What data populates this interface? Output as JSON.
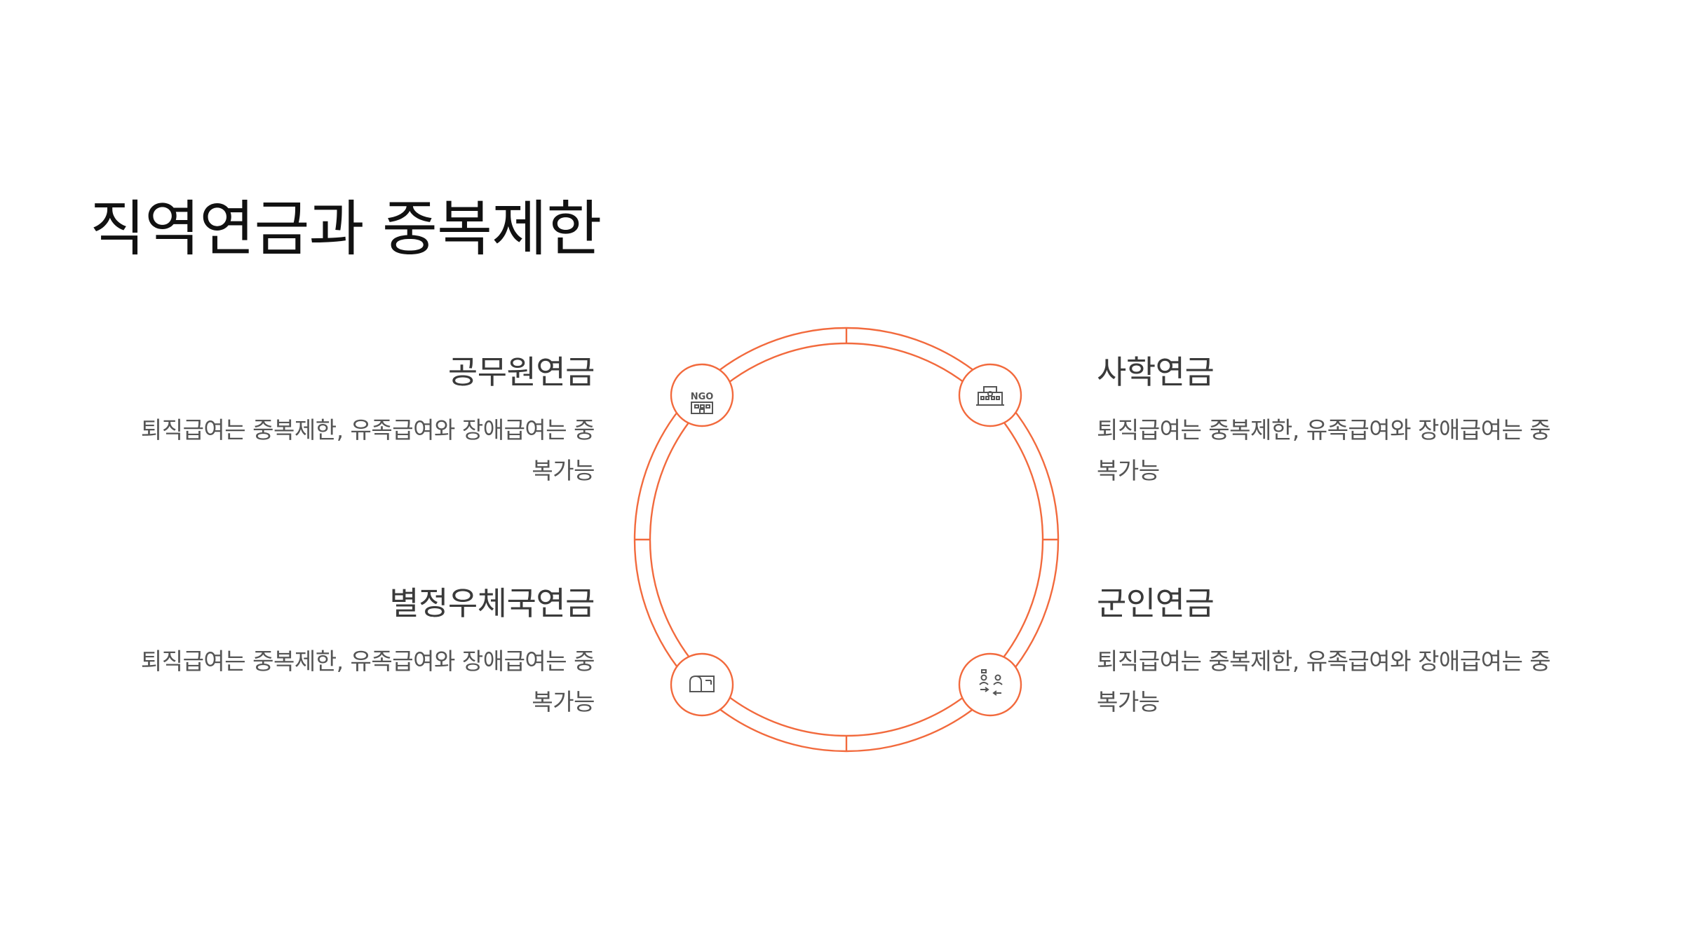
{
  "title": "직역연금과 중복제한",
  "items": [
    {
      "title": "공무원연금",
      "desc_line1": "퇴직급여는 중복제한, 유족급여와 장애급여는 중",
      "desc_line2": "복가능",
      "icon": "ngo-building-icon"
    },
    {
      "title": "사학연금",
      "desc_line1": "퇴직급여는 중복제한, 유족급여와 장애급여는 중",
      "desc_line2": "복가능",
      "icon": "school-building-icon"
    },
    {
      "title": "별정우체국연금",
      "desc_line1": "퇴직급여는 중복제한, 유족급여와 장애급여는 중",
      "desc_line2": "복가능",
      "icon": "mailbox-icon"
    },
    {
      "title": "군인연금",
      "desc_line1": "퇴직급여는 중복제한, 유족급여와 장애급여는 중",
      "desc_line2": "복가능",
      "icon": "people-exchange-icon"
    }
  ],
  "colors": {
    "accent": "#f26a3d",
    "title": "#111111",
    "item_title": "#3a3a3a",
    "item_text": "#555555"
  }
}
